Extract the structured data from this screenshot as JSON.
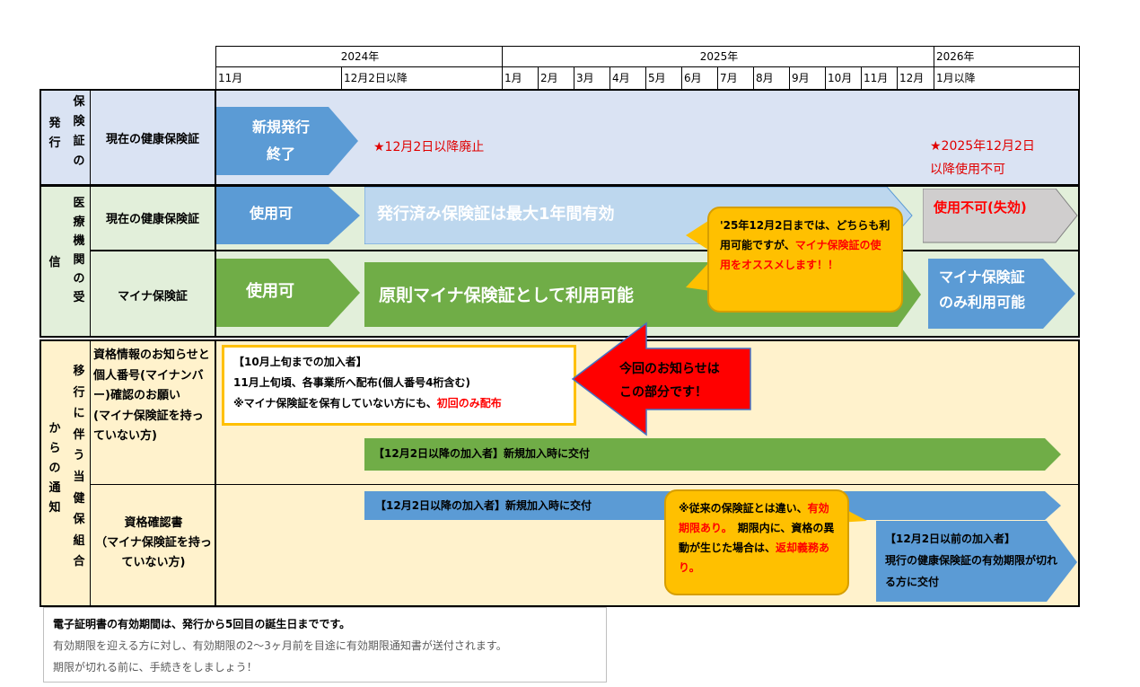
{
  "timeline": {
    "years": [
      "2024年",
      "2025年",
      "2026年"
    ],
    "months": [
      "11月",
      "12月2日以降",
      "1月",
      "2月",
      "3月",
      "4月",
      "5月",
      "6月",
      "7月",
      "8月",
      "9月",
      "10月",
      "11月",
      "12月",
      "1月以降"
    ]
  },
  "sections": {
    "issue": "保\n険\n証\nの",
    "issue_side": "発\n行",
    "medical": "医\n療\n機\n関\nの\n受",
    "medical_side": "信",
    "notice": "移\n行\nに\n伴\nう\n当\n健\n保\n組\n合",
    "notice_side": "か\nら\nの\n通\n知"
  },
  "rows": {
    "current_issue": "現在の健康保険証",
    "current_medical": "現在の健康保険証",
    "myna": "マイナ保険証",
    "notice1": "資格情報のお知らせと個人番号(マイナンバー)確認のお願い\n(マイナ保険証を持っていない方)",
    "notice2": "資格確認書\n（マイナ保険証を持っていない方)"
  },
  "arrows": {
    "new_issue": "新規発行\n終了",
    "abolish": "★12月2日以降廃止",
    "until_2025": "★2025年12月2日\n以降使用不可",
    "usable1": "使用可",
    "valid_one_year": "発行済み保険証は最大1年間有効",
    "unusable": "使用不可(失効)",
    "usable2": "使用可",
    "myna_principle": "原則マイナ保険証として利用可能",
    "myna_only": "マイナ保険証\nのみ利用可能",
    "join_after_1": "【12月2日以降の加入者】新規加入時に交付",
    "join_after_2": "【12月2日以降の加入者】新規加入時に交付",
    "join_before_title": "【12月2日以前の加入者】",
    "join_before_body": "現行の健康保険証の有効期限が切れる方に交付"
  },
  "box_notice": {
    "line1": "【10月上旬までの加入者】",
    "line2": "11月上旬頃、各事業所へ配布(個人番号4桁含む)",
    "line3_prefix": "※マイナ保険証を保有していない方にも、",
    "line3_red": "初回のみ配布"
  },
  "red_arrow": "今回のお知らせは\nこの部分です！",
  "callout1": {
    "black1": "'25年12月2日までは、どちらも利用可能ですが、",
    "red": "マイナ保険証の使用をオススメします！！"
  },
  "callout2": {
    "black1": "※従来の保険証とは違い、",
    "red1": "有効期限あり。",
    "black2": "　期限内に、資格の異動が生じた場合は、",
    "red2": "返却義務あり。"
  },
  "footnote": {
    "line1": "電子証明書の有効期間は、発行から5回目の誕生日までです。",
    "line2": "有効期限を迎える方に対し、有効期限の2〜3ヶ月前を目途に有効期限通知書が送付されます。",
    "line3": "期限が切れる前に、手続きをしましょう！"
  },
  "colors": {
    "blue": "#5b9bd5",
    "light_blue": "#bdd7ee",
    "green": "#70ad47",
    "gray": "#d0cece",
    "yellow": "#ffc000",
    "red": "#ff0000",
    "bg_lavender": "#dae3f3",
    "bg_green": "#e2efda",
    "bg_yellow": "#fff2cc"
  }
}
